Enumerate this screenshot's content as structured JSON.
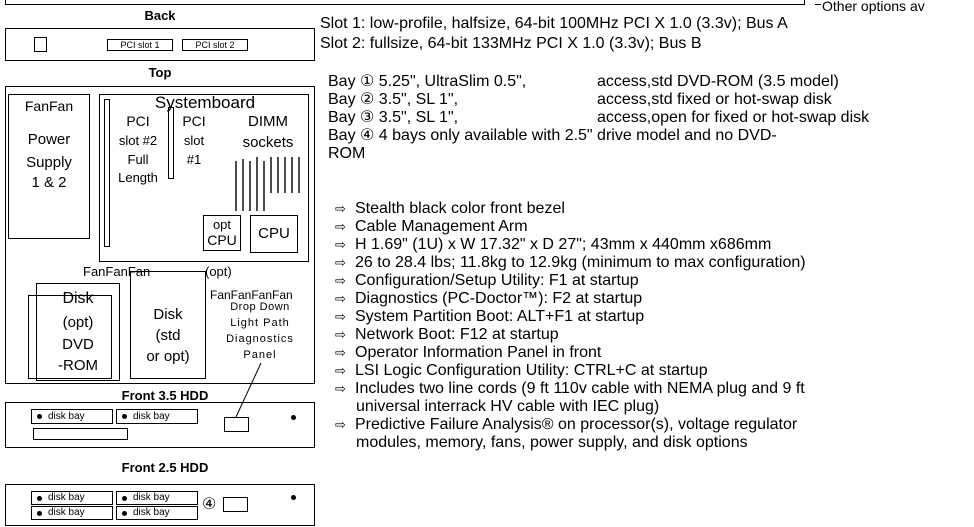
{
  "header_note": "Other options av",
  "back": {
    "title": "Back",
    "slot1": "PCI slot 1",
    "slot2": "PCI slot 2"
  },
  "top": {
    "title": "Top",
    "fans_left": "FanFan",
    "power_supply": [
      "Power",
      "Supply",
      "1 & 2"
    ],
    "systemboard": "Systemboard",
    "pci2": [
      "PCI",
      "slot #2",
      "Full",
      "Length"
    ],
    "pci1": [
      "PCI",
      "slot",
      "#1"
    ],
    "dimm": [
      "DIMM",
      "sockets"
    ],
    "opt_cpu": [
      "opt",
      "CPU"
    ],
    "cpu": "CPU",
    "fans_mid": "FanFanFan",
    "opt": "(opt)",
    "fans_right": "FanFanFanFan",
    "disk_left": [
      "Disk",
      "(opt)",
      "DVD",
      "-ROM"
    ],
    "disk_center": [
      "Disk",
      "(std",
      "or opt)"
    ],
    "panel": [
      "Drop Down",
      "Light Path",
      "Diagnostics",
      "Panel"
    ]
  },
  "front35": {
    "title": "Front 3.5 HDD",
    "bay1": "disk bay",
    "bay2": "disk bay"
  },
  "front25": {
    "title": "Front 2.5 HDD",
    "bays": [
      "disk bay",
      "disk bay",
      "disk bay",
      "disk bay"
    ],
    "marker": "④"
  },
  "slots": [
    "Slot 1:  low-profile, halfsize, 64-bit 100MHz PCI X 1.0 (3.3v); Bus A",
    "Slot 2:  fullsize, 64-bit 133MHz PCI X 1.0 (3.3v); Bus B"
  ],
  "bays": [
    {
      "label": "Bay ① 5.25\", UltraSlim 0.5\",",
      "desc": "access,std DVD-ROM (3.5 model)"
    },
    {
      "label": "Bay ② 3.5\",   SL 1\",",
      "desc": "access,std fixed or hot-swap disk"
    },
    {
      "label": "Bay ③ 3.5\",   SL 1\",",
      "desc": "access,open for fixed or hot-swap disk"
    }
  ],
  "bay4": [
    "Bay ④ 4 bays only available with 2.5\" drive model and no DVD-",
    "ROM"
  ],
  "features": [
    "Stealth black color front bezel",
    "Cable Management Arm",
    "H 1.69\" (1U) x W 17.32\" x D 27\"; 43mm x 440mm x686mm",
    "26 to 28.4 lbs; 11.8kg to 12.9kg (minimum to max configuration)",
    "Configuration/Setup Utility: F1 at startup",
    "Diagnostics (PC-Doctor™): F2 at startup",
    "System Partition Boot: ALT+F1 at startup",
    "Network Boot: F12 at startup",
    "Operator Information Panel in front",
    "LSI Logic Configuration Utility: CTRL+C at startup",
    "Includes two line cords (9 ft 110v cable with NEMA plug and 9 ft",
    "universal interrack HV cable with IEC plug)",
    "Predictive Failure Analysis® on processor(s), voltage regulator",
    "modules, memory, fans, power supply, and disk options"
  ]
}
